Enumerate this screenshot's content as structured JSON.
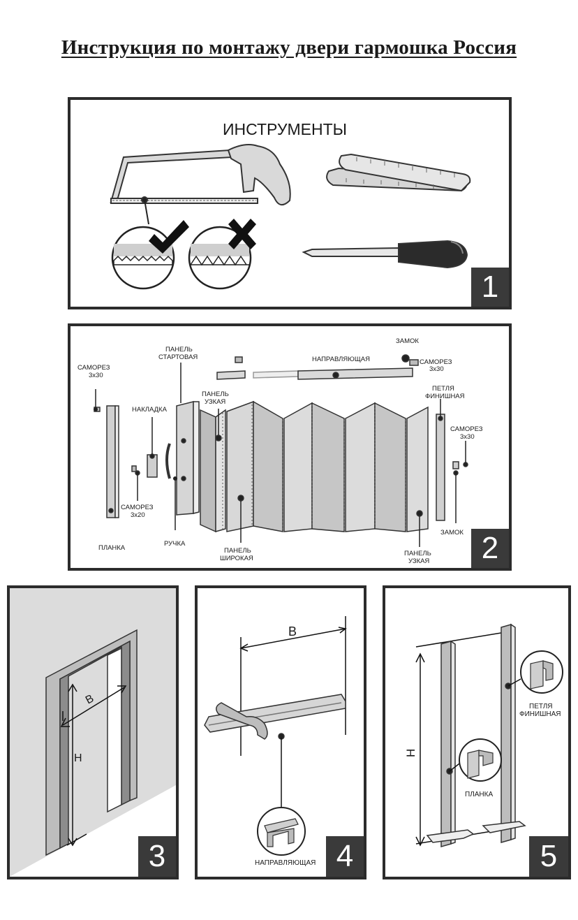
{
  "title": "Инструкция по монтажу двери гармошка Россия",
  "step1": {
    "number": "1",
    "heading": "ИНСТРУМЕНТЫ"
  },
  "step2": {
    "number": "2",
    "labels": {
      "samorez_3x30_left_a": "САМОРЕЗ",
      "samorez_3x30_left_b": "3x30",
      "panel_start_a": "ПАНЕЛЬ",
      "panel_start_b": "СТАРТОВАЯ",
      "nakladka": "НАКЛАДКА",
      "panel_narrow_top_a": "ПАНЕЛЬ",
      "panel_narrow_top_b": "УЗКАЯ",
      "guide": "НАПРАВЛЯЮЩАЯ",
      "lock_top": "ЗАМОК",
      "samorez_3x30_top_a": "САМОРЕЗ",
      "samorez_3x30_top_b": "3x30",
      "hinge_finish_a": "ПЕТЛЯ",
      "hinge_finish_b": "ФИНИШНАЯ",
      "samorez_3x30_right_a": "САМОРЕЗ",
      "samorez_3x30_right_b": "3x30",
      "samorez_3x20_a": "САМОРЕЗ",
      "samorez_3x20_b": "3x20",
      "planka": "ПЛАНКА",
      "handle": "РУЧКА",
      "panel_wide_a": "ПАНЕЛЬ",
      "panel_wide_b": "ШИРОКАЯ",
      "panel_narrow_bottom_a": "ПАНЕЛЬ",
      "panel_narrow_bottom_b": "УЗКАЯ",
      "lock_bottom": "ЗАМОК"
    }
  },
  "step3": {
    "number": "3",
    "width_label": "В",
    "height_label": "Н"
  },
  "step4": {
    "number": "4",
    "width_label": "В",
    "guide_label": "НАПРАВЛЯЮЩАЯ"
  },
  "step5": {
    "number": "5",
    "height_label": "Н",
    "hinge_a": "ПЕТЛЯ",
    "hinge_b": "ФИНИШНАЯ",
    "planka": "ПЛАНКА"
  }
}
